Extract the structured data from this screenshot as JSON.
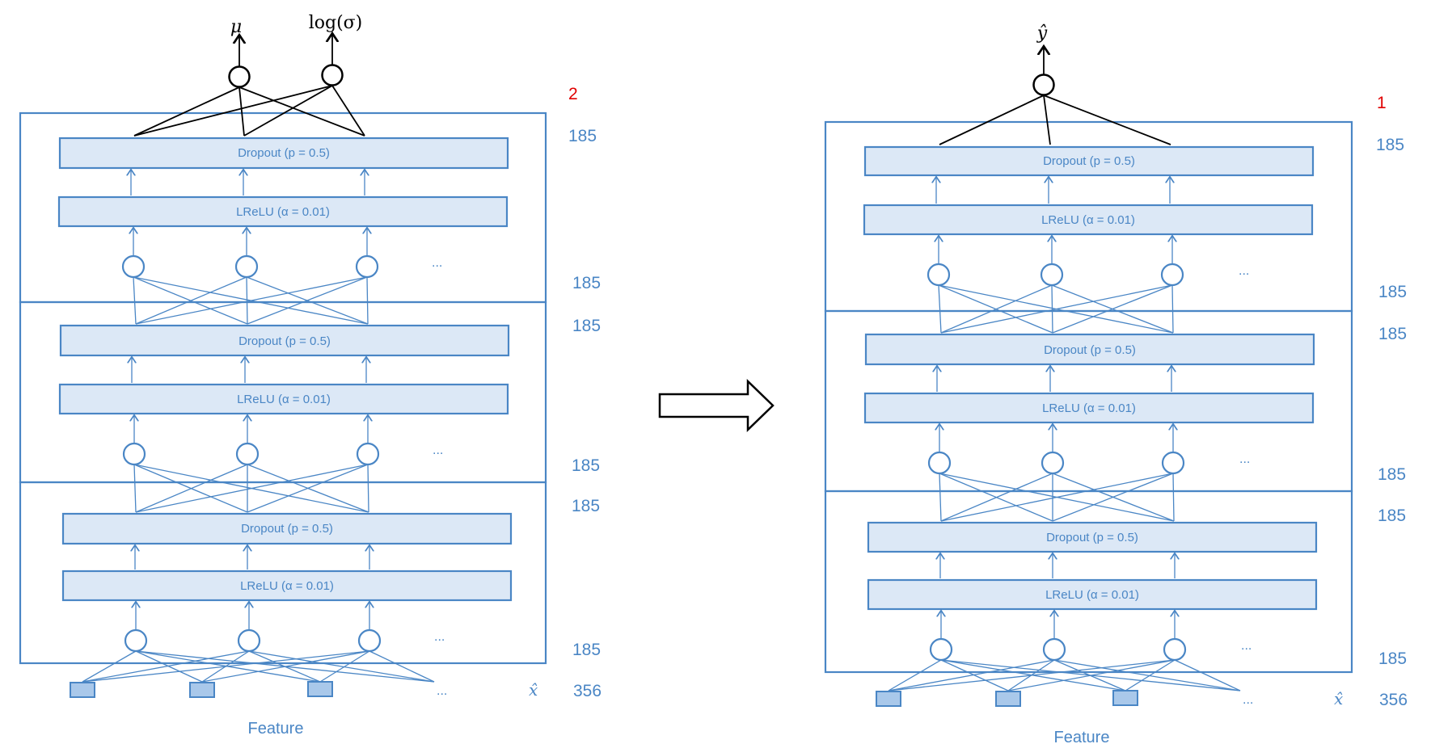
{
  "colors": {
    "primary": "#4a86c5",
    "box_fill": "#dce8f6",
    "input_fill": "#a9c8ea",
    "output_count": "#e00000",
    "output": "#000000"
  },
  "left": {
    "outputs": {
      "mu": "μ",
      "log_sigma": "log(σ)"
    },
    "output_count": "2",
    "blocks": [
      {
        "dropout": "Dropout (p = 0.5)",
        "lrelu": "LReLU (α = 0.01)",
        "top_dim": "185",
        "bottom_dim": "185"
      },
      {
        "dropout": "Dropout (p = 0.5)",
        "lrelu": "LReLU (α = 0.01)",
        "top_dim": "185",
        "bottom_dim": "185"
      },
      {
        "dropout": "Dropout (p = 0.5)",
        "lrelu": "LReLU (α = 0.01)",
        "top_dim": "185",
        "bottom_dim": "185"
      }
    ],
    "ellipsis": "...",
    "input_symbol": "x̂",
    "input_dim": "356",
    "feature_label": "Feature"
  },
  "right": {
    "outputs": {
      "y_hat": "ŷ"
    },
    "output_count": "1",
    "blocks": [
      {
        "dropout": "Dropout (p = 0.5)",
        "lrelu": "LReLU (α = 0.01)",
        "top_dim": "185",
        "bottom_dim": "185"
      },
      {
        "dropout": "Dropout (p = 0.5)",
        "lrelu": "LReLU (α = 0.01)",
        "top_dim": "185",
        "bottom_dim": "185"
      },
      {
        "dropout": "Dropout (p = 0.5)",
        "lrelu": "LReLU (α = 0.01)",
        "top_dim": "185",
        "bottom_dim": "185"
      }
    ],
    "ellipsis": "...",
    "input_symbol": "x̂",
    "input_dim": "356",
    "feature_label": "Feature"
  }
}
